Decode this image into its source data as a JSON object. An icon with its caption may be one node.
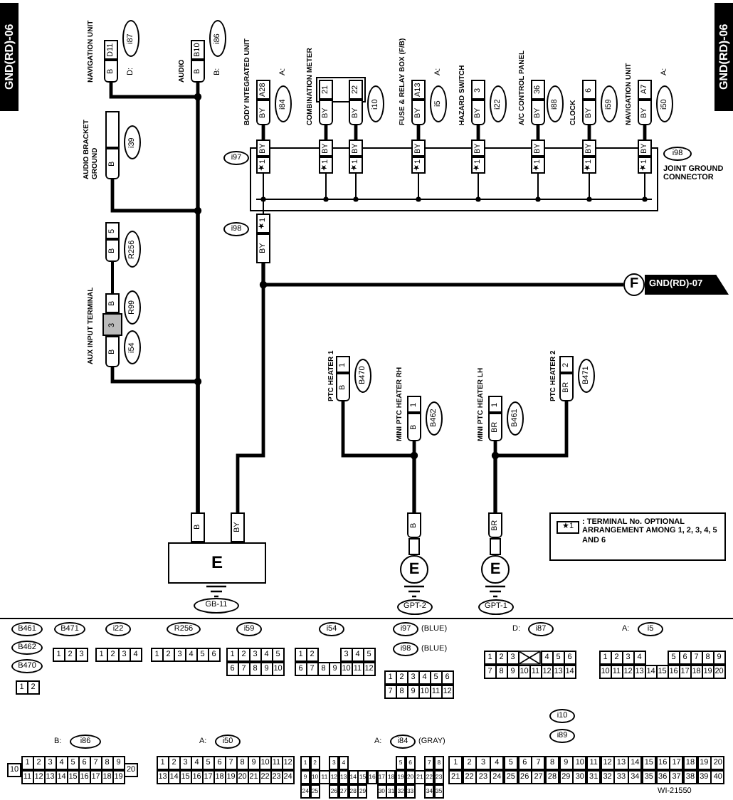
{
  "diagram": {
    "nodes": [
      {
        "text": [
          "NAVIGATION UNIT",
          "D11",
          "B",
          "D:",
          "i87"
        ]
      },
      {
        "text": [
          "AUDIO",
          "B10",
          "B",
          "B:",
          "i86"
        ]
      },
      {
        "text": [
          "BODY INTEGRATED UNIT",
          "A28",
          "BY",
          "A:",
          "i84"
        ]
      },
      {
        "text": [
          "COMBINATION METER",
          "21",
          "BY",
          "22",
          "BY",
          "i10"
        ]
      },
      {
        "text": [
          "FUSE & RELAY BOX (F/B)",
          "A13",
          "BY",
          "A:",
          "i5"
        ]
      },
      {
        "text": [
          "HAZARD SWITCH",
          "3",
          "BY",
          "i22"
        ]
      },
      {
        "text": [
          "A/C CONTROL PANEL",
          "36",
          "BY",
          "i88"
        ]
      },
      {
        "text": [
          "CLOCK",
          "6",
          "BY",
          "i59"
        ]
      },
      {
        "text": [
          "NAVIGATION UNIT",
          "A7",
          "BY",
          "A:",
          "i50"
        ]
      },
      {
        "text": [
          "AUDIO BRACKET GROUND",
          "B",
          "i39"
        ]
      },
      {
        "text": [
          "JOINT GROUND CONNECTOR",
          "i97",
          "BY",
          "★1",
          "BY",
          "★1",
          "BY",
          "★1",
          "BY",
          "★1",
          "BY",
          "★1",
          "BY",
          "★1",
          "BY",
          "★1",
          "BY",
          "★1",
          "i98",
          "★1",
          "BY",
          "i98"
        ]
      },
      {
        "text": [
          "AUX INPUT TERMINAL",
          "5",
          "B",
          "R256",
          "B",
          "3",
          "B",
          "R99",
          "i54"
        ]
      },
      {
        "text": [
          "PTC HEATER 1",
          "1",
          "B",
          "B470"
        ]
      },
      {
        "text": [
          "MINI PTC HEATER RH",
          "1",
          "B",
          "B462"
        ]
      },
      {
        "text": [
          "MINI PTC HEATER LH",
          "1",
          "BR",
          "B461"
        ]
      },
      {
        "text": [
          "PTC HEATER 2",
          "2",
          "BR",
          "B471"
        ]
      },
      {
        "text": [
          "E",
          "B",
          "BY",
          "GB-11"
        ]
      },
      {
        "text": [
          "E",
          "B",
          "GPT-2"
        ]
      },
      {
        "text": [
          "E",
          "BR",
          "GPT-1"
        ]
      },
      {
        "text": [
          "F",
          "GND(RD)-07"
        ]
      }
    ],
    "edges": [
      {
        "from": 0,
        "to": 16,
        "arrow": "none"
      },
      {
        "from": 1,
        "to": 16,
        "arrow": "none"
      },
      {
        "from": 9,
        "to": 16,
        "arrow": "none"
      },
      {
        "from": 11,
        "to": 16,
        "arrow": "none"
      },
      {
        "from": 2,
        "to": 10,
        "arrow": "none"
      },
      {
        "from": 3,
        "to": 10,
        "arrow": "none"
      },
      {
        "from": 3,
        "to": 10,
        "arrow": "none"
      },
      {
        "from": 4,
        "to": 10,
        "arrow": "none"
      },
      {
        "from": 5,
        "to": 10,
        "arrow": "none"
      },
      {
        "from": 6,
        "to": 10,
        "arrow": "none"
      },
      {
        "from": 7,
        "to": 10,
        "arrow": "none"
      },
      {
        "from": 8,
        "to": 10,
        "arrow": "none"
      },
      {
        "from": 10,
        "to": 16,
        "arrow": "none"
      },
      {
        "from": 10,
        "to": 19,
        "arrow": "none"
      },
      {
        "from": 12,
        "to": 17,
        "arrow": "none"
      },
      {
        "from": 13,
        "to": 17,
        "arrow": "none"
      },
      {
        "from": 14,
        "to": 18,
        "arrow": "none"
      },
      {
        "from": 15,
        "to": 18,
        "arrow": "none"
      }
    ],
    "labels": [
      "GND(RD)-06",
      "GND(RD)-06",
      "★1",
      "B461",
      "B462",
      "B470",
      "1",
      "2",
      "B471",
      "1",
      "2",
      "3",
      "i22",
      "1",
      "2",
      "3",
      "4",
      "R256",
      "1",
      "2",
      "3",
      "4",
      "5",
      "6",
      "i59",
      "1",
      "2",
      "3",
      "4",
      "5",
      "6",
      "7",
      "8",
      "9",
      "10",
      "i54",
      "1",
      "2",
      "3",
      "4",
      "5",
      "6",
      "7",
      "8",
      "9",
      "10",
      "11",
      "12",
      "i97",
      "(BLUE)",
      "i98",
      "(BLUE)",
      "1",
      "2",
      "3",
      "4",
      "5",
      "6",
      "7",
      "8",
      "9",
      "10",
      "11",
      "12",
      "D:",
      "i87",
      "1",
      "2",
      "3",
      "4",
      "5",
      "6",
      "7",
      "8",
      "9",
      "10",
      "11",
      "12",
      "13",
      "14",
      "A:",
      "i5",
      "1",
      "2",
      "3",
      "4",
      "5",
      "6",
      "7",
      "8",
      "9",
      "10",
      "11",
      "12",
      "13",
      "14",
      "15",
      "16",
      "17",
      "18",
      "19",
      "20",
      "B:",
      "i86",
      "1",
      "2",
      "3",
      "4",
      "5",
      "6",
      "7",
      "8",
      "9",
      "10",
      "11",
      "12",
      "13",
      "14",
      "15",
      "16",
      "17",
      "18",
      "19",
      "20",
      "A:",
      "i50",
      "1",
      "2",
      "3",
      "4",
      "5",
      "6",
      "7",
      "8",
      "9",
      "10",
      "11",
      "12",
      "13",
      "14",
      "15",
      "16",
      "17",
      "18",
      "19",
      "20",
      "21",
      "22",
      "23",
      "24",
      "A:",
      "i84",
      "(GRAY)",
      "1",
      "2",
      "3",
      "4",
      "5",
      "6",
      "7",
      "8",
      "9",
      "10",
      "11",
      "12",
      "13",
      "14",
      "15",
      "16",
      "17",
      "18",
      "19",
      "20",
      "21",
      "22",
      "23",
      "24",
      "25",
      "26",
      "27",
      "28",
      "29",
      "30",
      "31",
      "32",
      "33",
      "34",
      "35",
      "i10",
      "i89",
      "1",
      "2",
      "3",
      "4",
      "5",
      "6",
      "7",
      "8",
      "9",
      "10",
      "11",
      "12",
      "13",
      "14",
      "15",
      "16",
      "17",
      "18",
      "19",
      "20",
      "21",
      "22",
      "23",
      "24",
      "25",
      "26",
      "27",
      "28",
      "29",
      "30",
      "31",
      "32",
      "33",
      "34",
      "35",
      "36",
      "37",
      "38",
      "39",
      "40",
      "WI-21550"
    ],
    "legend": [
      {
        "text": ": TERMINAL No. OPTIONAL ARRANGEMENT AMONG 1, 2, 3, 4, 5 AND 6"
      }
    ]
  }
}
